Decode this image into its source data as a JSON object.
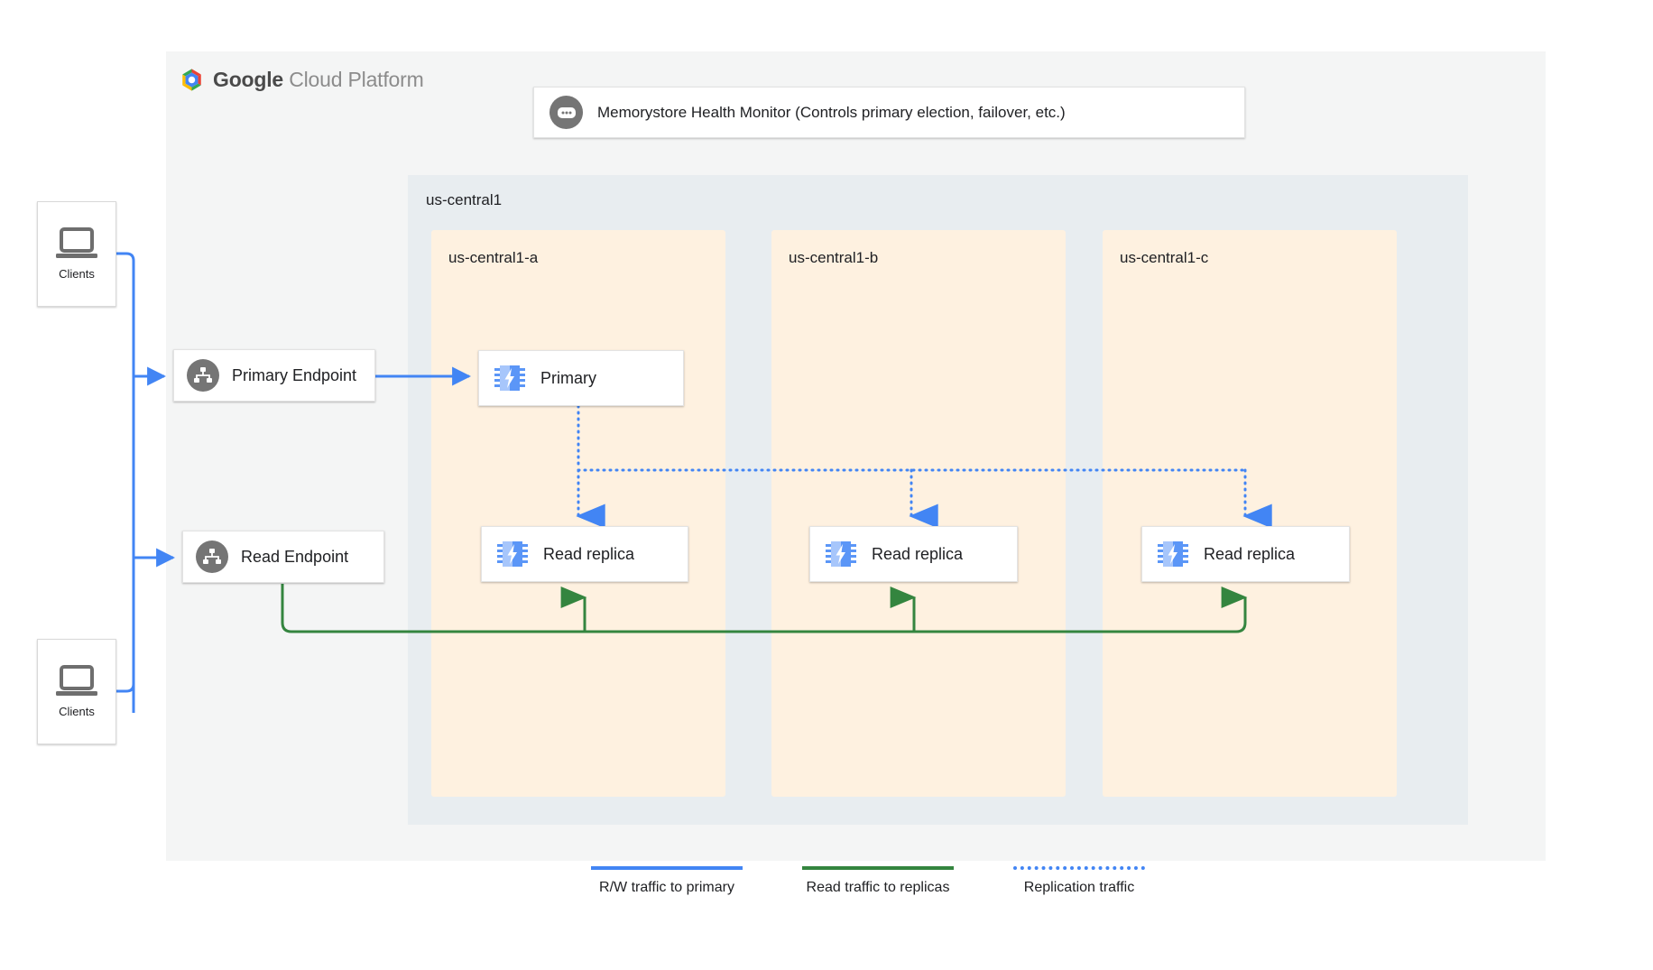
{
  "platform": {
    "logo_icon": "google-cloud-hexagon-icon",
    "brand_bold": "Google",
    "brand_light": "Cloud Platform"
  },
  "health_monitor": {
    "icon": "health-monitor-icon",
    "label": "Memorystore Health Monitor (Controls primary election, failover, etc.)"
  },
  "region": {
    "label": "us-central1",
    "zones": [
      {
        "label": "us-central1-a"
      },
      {
        "label": "us-central1-b"
      },
      {
        "label": "us-central1-c"
      }
    ]
  },
  "endpoints": [
    {
      "label": "Primary Endpoint",
      "icon": "endpoint-hierarchy-icon"
    },
    {
      "label": "Read Endpoint",
      "icon": "endpoint-hierarchy-icon"
    }
  ],
  "instances": {
    "primary": {
      "label": "Primary",
      "icon": "memorystore-chip-icon"
    },
    "replicas": [
      {
        "label": "Read replica",
        "icon": "memorystore-chip-icon"
      },
      {
        "label": "Read replica",
        "icon": "memorystore-chip-icon"
      },
      {
        "label": "Read replica",
        "icon": "memorystore-chip-icon"
      }
    ]
  },
  "clients": [
    {
      "label": "Clients",
      "icon": "laptop-icon"
    },
    {
      "label": "Clients",
      "icon": "laptop-icon"
    }
  ],
  "legend": [
    {
      "label": "R/W traffic to primary",
      "color": "#4285f4",
      "style": "solid"
    },
    {
      "label": "Read traffic to replicas",
      "color": "#34853f",
      "style": "solid"
    },
    {
      "label": "Replication traffic",
      "color": "#4285f4",
      "style": "dotted"
    }
  ],
  "colors": {
    "blue": "#4285f4",
    "green": "#34853f",
    "zone_fill": "#fef1e0",
    "region_fill": "#e8edf0",
    "card_fill": "#f4f5f5",
    "icon_gray": "#757575"
  }
}
